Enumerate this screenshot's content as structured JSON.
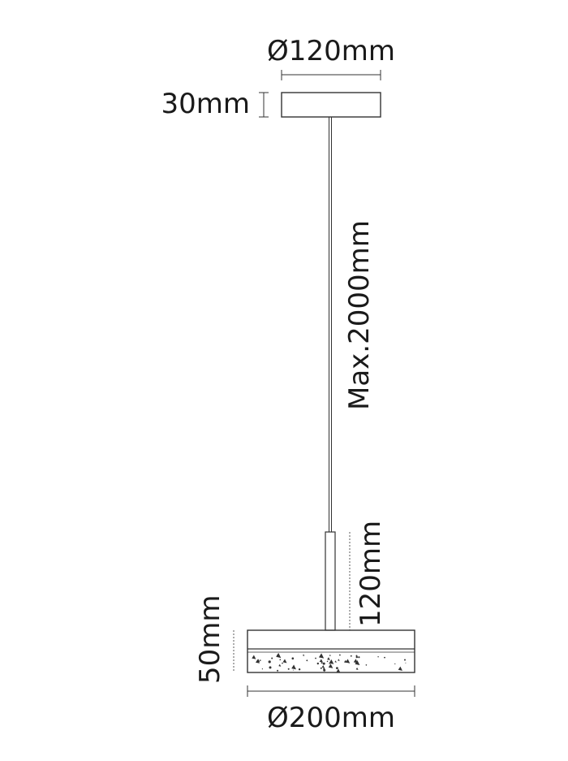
{
  "dimensions": {
    "canopy_diameter": "Ø120mm",
    "canopy_height": "30mm",
    "cable_length": "Max.2000mm",
    "stem_length": "120mm",
    "shade_height": "50mm",
    "shade_diameter": "Ø200mm"
  },
  "colors": {
    "line": "#333333",
    "text": "#1a1a1a",
    "terrazzo_fleck": "#333333"
  }
}
